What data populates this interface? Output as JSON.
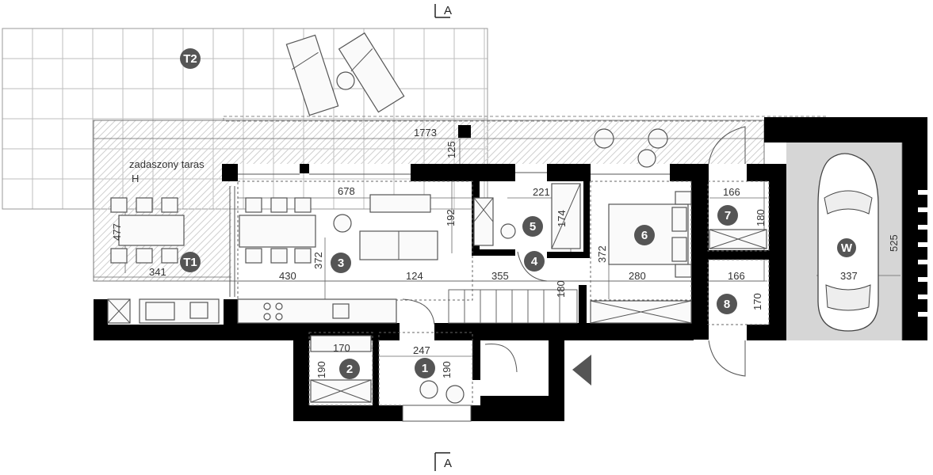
{
  "section_mark": "A",
  "terrace_label": "zadaszony taras",
  "terrace_mark": "H",
  "markers": [
    {
      "id": "T2",
      "label": "T2"
    },
    {
      "id": "T1",
      "label": "T1"
    },
    {
      "id": "1",
      "label": "1"
    },
    {
      "id": "2",
      "label": "2"
    },
    {
      "id": "3",
      "label": "3"
    },
    {
      "id": "4",
      "label": "4"
    },
    {
      "id": "5",
      "label": "5"
    },
    {
      "id": "6",
      "label": "6"
    },
    {
      "id": "7",
      "label": "7"
    },
    {
      "id": "8",
      "label": "8"
    },
    {
      "id": "W",
      "label": "W"
    }
  ],
  "dimensions": {
    "d1773": "1773",
    "d125": "125",
    "d678": "678",
    "d221": "221",
    "d166a": "166",
    "d192": "192",
    "d174": "174",
    "d180a": "180",
    "d477": "477",
    "d341": "341",
    "d372a": "372",
    "d430": "430",
    "d124": "124",
    "d355": "355",
    "d372b": "372",
    "d280": "280",
    "d166b": "166",
    "d170": "170",
    "d180b": "180",
    "d525": "525",
    "d337": "337",
    "d170b": "170",
    "d190a": "190",
    "d247": "247",
    "d190b": "190"
  },
  "colors": {
    "wall": "#000000",
    "garage_floor": "#d6d6d6",
    "marker": "#555555",
    "hatch": "#cfcfcf"
  }
}
